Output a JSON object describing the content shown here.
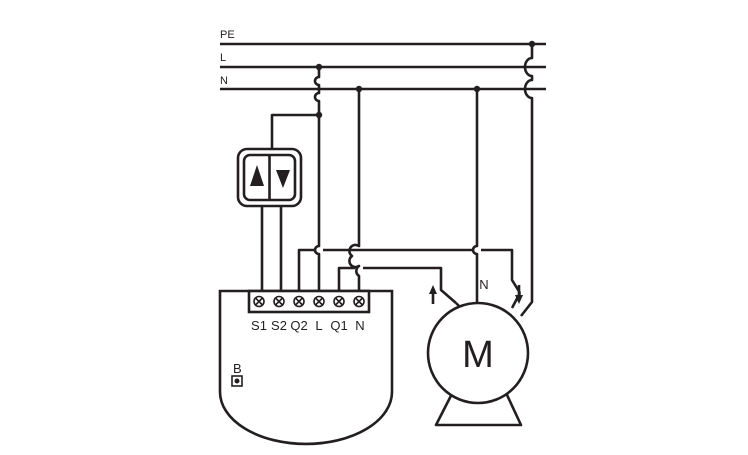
{
  "bus": {
    "pe_label": "PE",
    "l_label": "L",
    "n_label": "N"
  },
  "module": {
    "terminals": [
      "S1",
      "S2",
      "Q2",
      "L",
      "Q1",
      "N"
    ],
    "button_label": "B"
  },
  "switch": {
    "up_icon": "triangle-up-icon",
    "down_icon": "triangle-down-icon"
  },
  "motor": {
    "letter": "M",
    "neutral_label": "N",
    "up_icon": "arrow-up-icon",
    "down_icon": "arrow-down-icon"
  },
  "colors": {
    "line": "#231f20",
    "background": "#ffffff"
  }
}
